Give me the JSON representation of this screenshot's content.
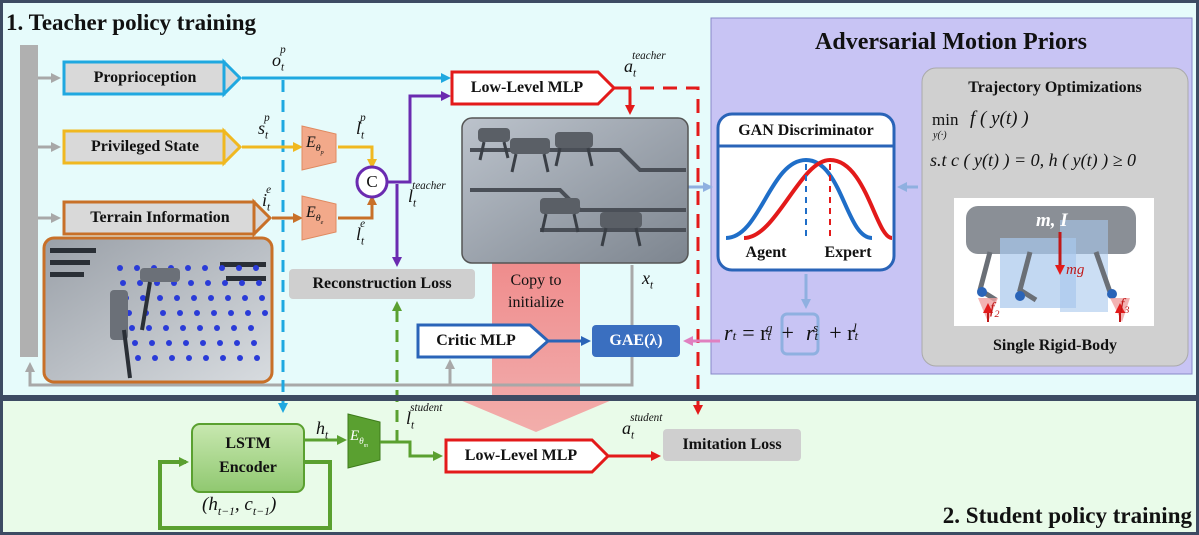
{
  "sections": {
    "teacher_title": "1. Teacher policy training",
    "student_title": "2. Student policy training",
    "amp_title": "Adversarial Motion Priors"
  },
  "inputs": {
    "proprioception": "Proprioception",
    "privileged_state": "Privileged State",
    "terrain_information": "Terrain Information"
  },
  "blocks": {
    "low_level_mlp_teacher": "Low-Level MLP",
    "low_level_mlp_student": "Low-Level MLP",
    "critic_mlp": "Critic MLP",
    "gae": "GAE(λ)",
    "reconstruction_loss": "Reconstruction Loss",
    "imitation_loss": "Imitation Loss",
    "lstm_line1": "LSTM",
    "lstm_line2": "Encoder",
    "concat": "C",
    "copy_line1": "Copy to",
    "copy_line2": "initialize"
  },
  "gan": {
    "title": "GAN Discriminator",
    "agent": "Agent",
    "expert": "Expert"
  },
  "trajopt": {
    "title": "Trajectory Optimizations",
    "min_word": "min",
    "min_sub": "y(·)",
    "objective": "f ( y(t) )",
    "constraint": "s.t c ( y(t) ) = 0, h ( y(t) ) ≥ 0",
    "body_label": "Single Rigid-Body",
    "mass_label": "m, I",
    "gravity_label": "mg",
    "force_f2": "f",
    "force_f2_sub": "2",
    "force_f3": "f",
    "force_f3_sub": "3"
  },
  "symbols": {
    "o_tp": {
      "base": "o",
      "sub": "t",
      "sup": "p"
    },
    "s_tp": {
      "base": "s",
      "sub": "t",
      "sup": "p"
    },
    "i_te": {
      "base": "i",
      "sub": "t",
      "sup": "e"
    },
    "l_tp": {
      "base": "l",
      "sub": "t",
      "sup": "p"
    },
    "l_te": {
      "base": "l",
      "sub": "t",
      "sup": "e"
    },
    "l_teacher": {
      "base": "l",
      "sub": "t",
      "sup": "teacher"
    },
    "a_teacher": {
      "base": "a",
      "sub": "t",
      "sup": "teacher"
    },
    "x_t": {
      "base": "x",
      "sub": "t"
    },
    "h_t": {
      "base": "h",
      "sub": "t"
    },
    "l_student": {
      "base": "l",
      "sub": "t",
      "sup": "student"
    },
    "a_student": {
      "base": "a",
      "sub": "t",
      "sup": "student"
    },
    "hc_prev": "(h",
    "hc_prev_sub1": "t−1",
    "hc_mid": ", c",
    "hc_prev_sub2": "t−1",
    "hc_end": ")",
    "E_p": {
      "base": "E",
      "sub": "θ",
      "subsub": "p"
    },
    "E_e": {
      "base": "E",
      "sub": "θ",
      "subsub": "e"
    },
    "E_m": {
      "base": "E",
      "sub": "θ",
      "subsub": "m"
    },
    "reward_lhs": "r",
    "reward_eq": "= r",
    "reward_g": "g",
    "reward_plus1": "+",
    "reward_s": "s",
    "reward_plus2": "+ r",
    "reward_l": "l",
    "reward_t": "t"
  },
  "colors": {
    "teacher_bg": "#e6fbfb",
    "student_bg": "#e9fbe9",
    "amp_bg": "#c8c4f4",
    "proprio": "#1fa8e0",
    "privileged": "#f0b820",
    "terrain": "#c87028",
    "purple": "#6a2bb0",
    "red": "#e31a1a",
    "green": "#5aa030",
    "gray_arrow": "#a8a8a8",
    "gae": "#3a6fc0",
    "pink": "#e080c0"
  }
}
